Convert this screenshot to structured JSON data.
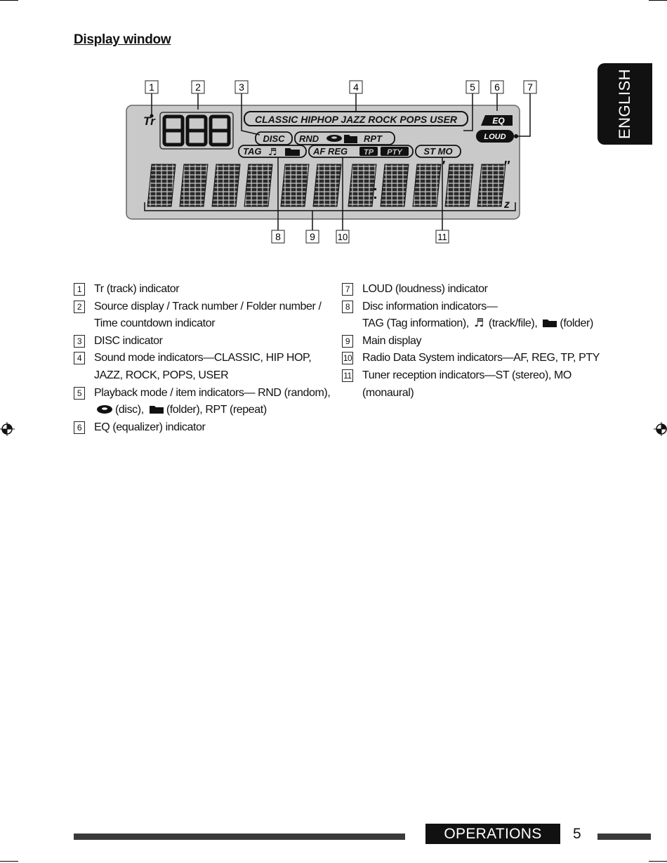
{
  "header": {
    "title": "Display window"
  },
  "side_tab": {
    "label": "ENGLISH"
  },
  "display_panel": {
    "callouts": [
      "1",
      "2",
      "3",
      "4",
      "5",
      "6",
      "7",
      "8",
      "9",
      "10",
      "11"
    ],
    "track_indicator": "Tr",
    "sound_modes": "CLASSIC HIPHOP JAZZ ROCK POPS USER",
    "eq_badge": "EQ",
    "loud_badge": "LOUD",
    "disc_indicator": "DISC",
    "rnd_indicator": "RND",
    "rpt_indicator": "RPT",
    "tag_indicator": "TAG",
    "af_reg_indicator": "AF REG",
    "tp_badge": "TP",
    "pty_badge": "PTY",
    "stmo_indicator": "ST MO"
  },
  "legend": {
    "left": [
      {
        "num": "1",
        "text": "Tr (track) indicator"
      },
      {
        "num": "2",
        "text": "Source display / Track number / Folder number / Time countdown indicator"
      },
      {
        "num": "3",
        "text": "DISC indicator"
      },
      {
        "num": "4",
        "text": "Sound mode indicators—CLASSIC, HIP HOP, JAZZ, ROCK, POPS, USER"
      },
      {
        "num": "5",
        "text_pre": "Playback mode / item indicators— RND (random),",
        "text_disc": "(disc),",
        "text_folder": "(folder), RPT (repeat)"
      },
      {
        "num": "6",
        "text": "EQ (equalizer) indicator"
      }
    ],
    "right": [
      {
        "num": "7",
        "text": "LOUD (loudness) indicator"
      },
      {
        "num": "8",
        "text_pre": "Disc information indicators—",
        "text_tag": "TAG (Tag information),",
        "text_track": "(track/file),",
        "text_folder": "(folder)"
      },
      {
        "num": "9",
        "text": "Main display"
      },
      {
        "num": "10",
        "text": "Radio Data System indicators—AF, REG, TP, PTY"
      },
      {
        "num": "11",
        "text": "Tuner reception indicators—ST (stereo), MO (monaural)"
      }
    ]
  },
  "footer": {
    "section": "OPERATIONS",
    "page": "5"
  },
  "colors": {
    "lcd_bg": "#c9c9c9",
    "ink": "#111111",
    "tab_bg": "#111111"
  }
}
